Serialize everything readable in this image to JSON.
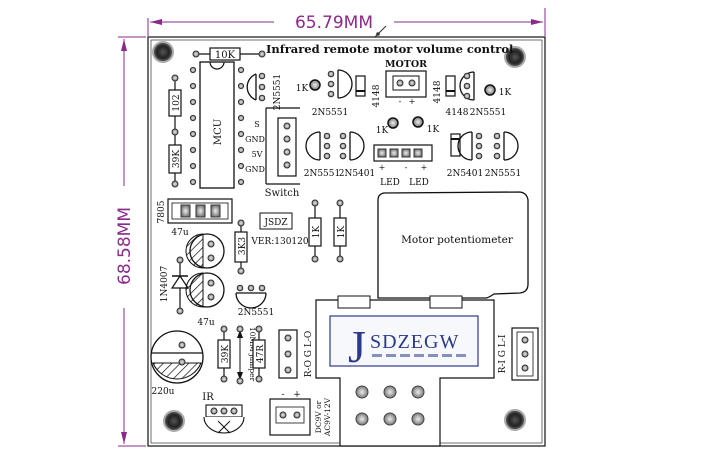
{
  "dimensions": {
    "width_label": "65.79MM",
    "height_label": "68.58MM"
  },
  "board": {
    "title": "Infrared remote  motor volume control",
    "version": "VER:130120",
    "logo_small": "JSDZ",
    "logo_big": {
      "j": "J",
      "rest": "SDZEGW"
    },
    "section_labels": {
      "switch": "Switch",
      "motor": "MOTOR",
      "led_left": "LED",
      "led_right": "LED",
      "pot": "Motor potentiometer",
      "ir": "IR"
    }
  },
  "components": {
    "r_10k": "10K",
    "mcu": "MCU",
    "r_102": "102",
    "r_39k_left": "39K",
    "reg_7805": "7805",
    "cap_47u_top": "47u",
    "cap_47u_bottom": "47u",
    "diode_1n4007": "1N4007",
    "cap_220u": "220u",
    "r_3k3": "3K3",
    "q_2n5551_mcu": "2N5551",
    "q_2n5551_mid": "2N5551",
    "pins": {
      "s": "S",
      "gnd1": "GND",
      "v5": "5V",
      "gnd2": "GND"
    },
    "r_1k_left": "1K",
    "q_2n5551_top_left": "2N5551",
    "d_4148_left": "4148",
    "d_4148_right": "4148",
    "r_1k_right": "1K",
    "d_4148_right2": "4148",
    "q_2n5551_top_right": "2N5551",
    "r_1k_led_left": "1K",
    "r_1k_led_right": "1K",
    "q_2n5551_row2_left": "2N5551",
    "q_2n5401_row2_left": "2N5401",
    "q_2n5401_row2_right": "2N5401",
    "q_2n5551_row2_right": "2N5551",
    "r_1k_v1": "1K",
    "r_1k_v2": "1K",
    "r_39k_bottom": "39K",
    "jumper_text": "10MM jumper",
    "r_47r": "47R",
    "conn_left_pins": "R-O G L-O",
    "conn_right_pins": "R-I G L-I",
    "dc_minus": "-",
    "dc_plus": "+",
    "dc_label_1": "DC9V or",
    "dc_label_2": "AC9V-12V",
    "motor_minus": "-",
    "motor_plus": "+",
    "led_plus_1": "+",
    "led_minus": "-",
    "led_plus_2": "+"
  },
  "colors": {
    "dimension": "#8a2a8a",
    "outline": "#111111",
    "logo": "#2b3a8c",
    "pad": "#888888"
  }
}
